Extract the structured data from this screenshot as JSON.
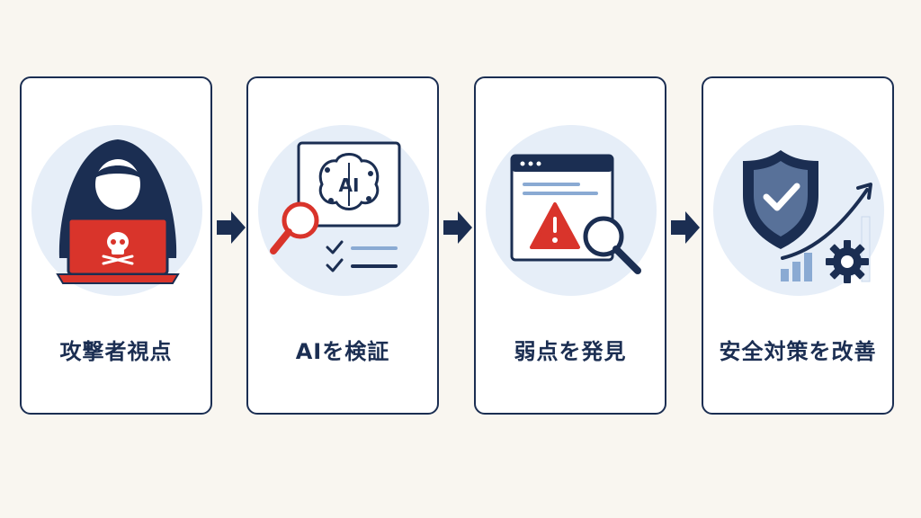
{
  "steps": [
    {
      "label": "攻撃者視点",
      "icon": "hacker-laptop-icon"
    },
    {
      "label": "AIを検証",
      "icon": "ai-brain-inspection-icon",
      "icon_text": "AI"
    },
    {
      "label": "弱点を発見",
      "icon": "warning-window-search-icon"
    },
    {
      "label": "安全対策を改善",
      "icon": "shield-check-growth-icon"
    }
  ],
  "colors": {
    "navy": "#1b2e52",
    "red": "#d9342b",
    "light_blue": "#e6eef8",
    "card_bg": "#ffffff",
    "page_bg": "#f9f6f0"
  }
}
